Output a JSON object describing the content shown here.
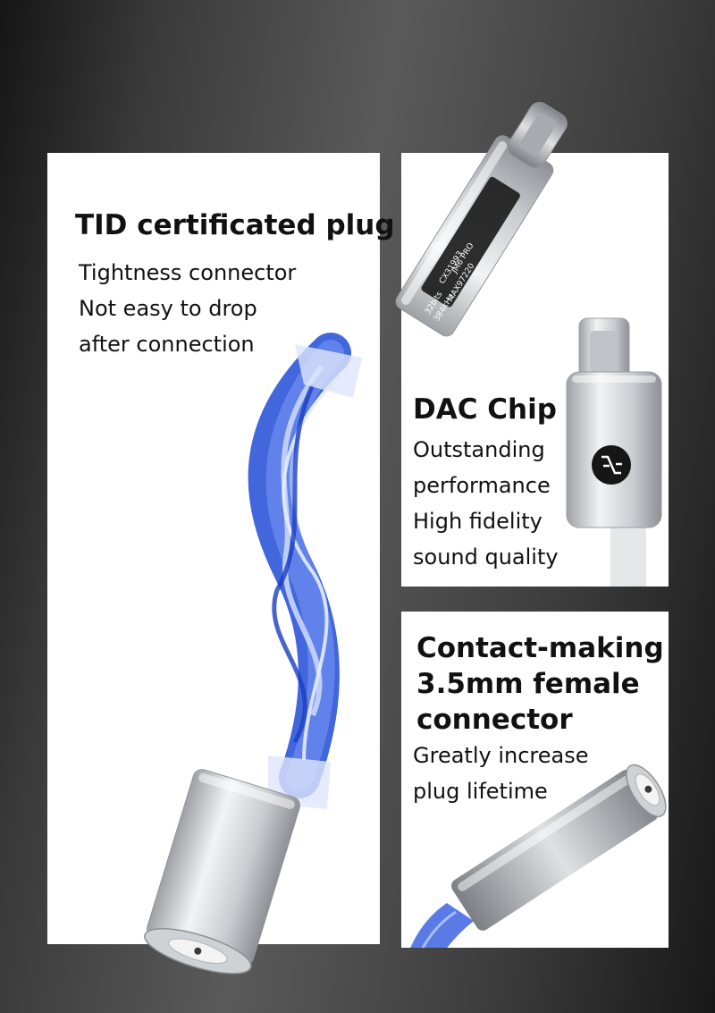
{
  "panels": {
    "left": {
      "title": "TID certificated plug",
      "lines": [
        "Tightness connector",
        "Not easy to drop",
        "after connection"
      ]
    },
    "top_right": {
      "title": "DAC Chip",
      "lines": [
        "Outstanding",
        "performance",
        "High fidelity",
        "sound quality"
      ]
    },
    "bottom_right": {
      "title_lines": [
        "Contact-making",
        "3.5mm female",
        "connector"
      ],
      "lines": [
        "Greatly increase",
        "plug lifetime"
      ]
    }
  },
  "product_labels": [
    "JM6 PRO",
    "CX31993",
    "MAX97220",
    "32bits",
    "384kHz"
  ],
  "colors": {
    "panel": "#ffffff",
    "text": "#111111",
    "cable_blue": "#2f56d6",
    "metal": "#cfd2d5"
  }
}
